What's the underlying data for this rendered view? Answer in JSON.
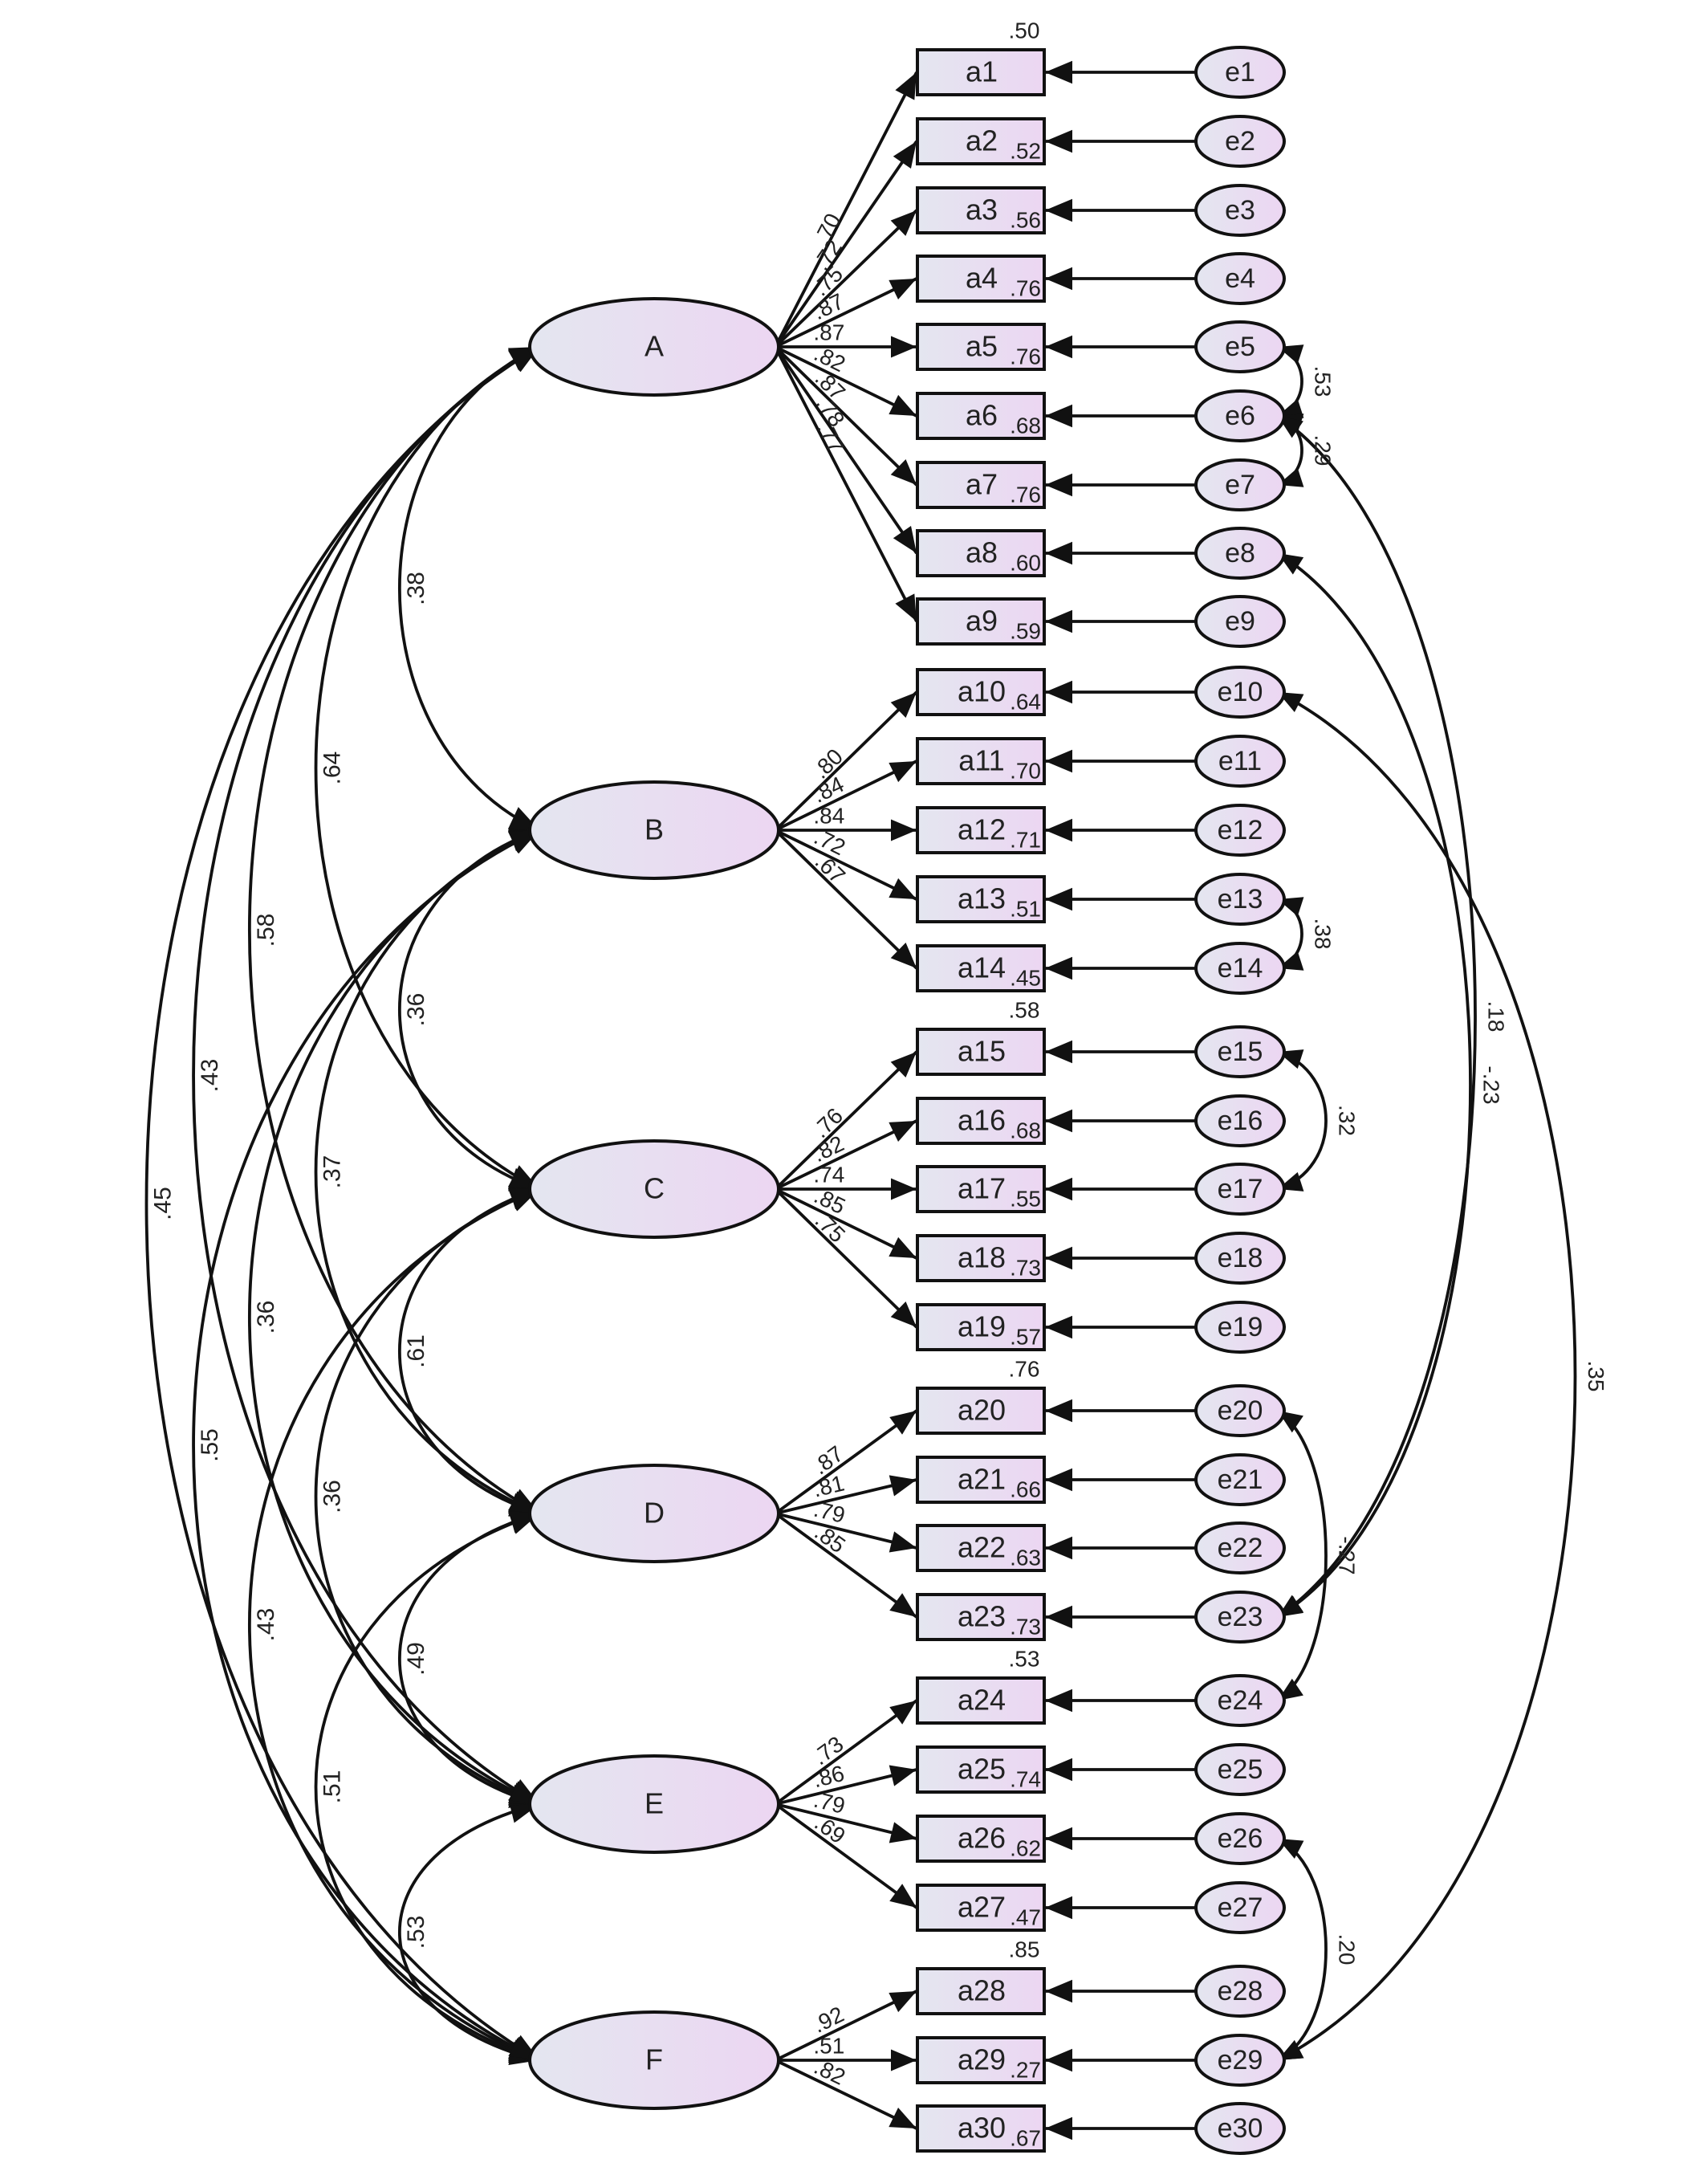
{
  "colors": {
    "node_fill_left": "#e4e6f0",
    "node_fill_right": "#ecd6f2",
    "stroke": "#111111",
    "text": "#222222"
  },
  "factors": [
    {
      "id": "A",
      "label": "A"
    },
    {
      "id": "B",
      "label": "B"
    },
    {
      "id": "C",
      "label": "C"
    },
    {
      "id": "D",
      "label": "D"
    },
    {
      "id": "E",
      "label": "E"
    },
    {
      "id": "F",
      "label": "F"
    }
  ],
  "items": [
    {
      "label": "a1",
      "factor": "A",
      "loading": ".70",
      "r2": ".50",
      "r2_above": true
    },
    {
      "label": "a2",
      "factor": "A",
      "loading": ".72",
      "r2": ".52"
    },
    {
      "label": "a3",
      "factor": "A",
      "loading": ".75",
      "r2": ".56"
    },
    {
      "label": "a4",
      "factor": "A",
      "loading": ".87",
      "r2": ".76"
    },
    {
      "label": "a5",
      "factor": "A",
      "loading": ".87",
      "r2": ".76"
    },
    {
      "label": "a6",
      "factor": "A",
      "loading": ".82",
      "r2": ".68"
    },
    {
      "label": "a7",
      "factor": "A",
      "loading": ".87",
      "r2": ".76"
    },
    {
      "label": "a8",
      "factor": "A",
      "loading": ".78",
      "r2": ".60"
    },
    {
      "label": "a9",
      "factor": "A",
      "loading": ".77",
      "r2": ".59"
    },
    {
      "label": "a10",
      "factor": "B",
      "loading": ".80",
      "r2": ".64"
    },
    {
      "label": "a11",
      "factor": "B",
      "loading": ".84",
      "r2": ".70"
    },
    {
      "label": "a12",
      "factor": "B",
      "loading": ".84",
      "r2": ".71"
    },
    {
      "label": "a13",
      "factor": "B",
      "loading": ".72",
      "r2": ".51"
    },
    {
      "label": "a14",
      "factor": "B",
      "loading": ".67",
      "r2": ".45"
    },
    {
      "label": "a15",
      "factor": "C",
      "loading": ".76",
      "r2": ".58",
      "r2_above": true
    },
    {
      "label": "a16",
      "factor": "C",
      "loading": ".82",
      "r2": ".68"
    },
    {
      "label": "a17",
      "factor": "C",
      "loading": ".74",
      "r2": ".55"
    },
    {
      "label": "a18",
      "factor": "C",
      "loading": ".85",
      "r2": ".73"
    },
    {
      "label": "a19",
      "factor": "C",
      "loading": ".75",
      "r2": ".57"
    },
    {
      "label": "a20",
      "factor": "D",
      "loading": ".87",
      "r2": ".76",
      "r2_above": true
    },
    {
      "label": "a21",
      "factor": "D",
      "loading": ".81",
      "r2": ".66"
    },
    {
      "label": "a22",
      "factor": "D",
      "loading": ".79",
      "r2": ".63"
    },
    {
      "label": "a23",
      "factor": "D",
      "loading": ".85",
      "r2": ".73"
    },
    {
      "label": "a24",
      "factor": "E",
      "loading": ".73",
      "r2": ".53",
      "r2_above": true
    },
    {
      "label": "a25",
      "factor": "E",
      "loading": ".86",
      "r2": ".74"
    },
    {
      "label": "a26",
      "factor": "E",
      "loading": ".79",
      "r2": ".62"
    },
    {
      "label": "a27",
      "factor": "E",
      "loading": ".69",
      "r2": ".47"
    },
    {
      "label": "a28",
      "factor": "F",
      "loading": ".92",
      "r2": ".85",
      "r2_above": true
    },
    {
      "label": "a29",
      "factor": "F",
      "loading": ".51",
      "r2": ".27"
    },
    {
      "label": "a30",
      "factor": "F",
      "loading": ".82",
      "r2": ".67"
    }
  ],
  "errors": [
    "e1",
    "e2",
    "e3",
    "e4",
    "e5",
    "e6",
    "e7",
    "e8",
    "e9",
    "e10",
    "e11",
    "e12",
    "e13",
    "e14",
    "e15",
    "e16",
    "e17",
    "e18",
    "e19",
    "e20",
    "e21",
    "e22",
    "e23",
    "e24",
    "e25",
    "e26",
    "e27",
    "e28",
    "e29",
    "e30"
  ],
  "factor_correlations": [
    {
      "from": "A",
      "to": "B",
      "value": ".38"
    },
    {
      "from": "B",
      "to": "C",
      "value": ".36"
    },
    {
      "from": "C",
      "to": "D",
      "value": ".61"
    },
    {
      "from": "D",
      "to": "E",
      "value": ".49"
    },
    {
      "from": "E",
      "to": "F",
      "value": ".53"
    },
    {
      "from": "A",
      "to": "C",
      "value": ".64"
    },
    {
      "from": "B",
      "to": "D",
      "value": ".37"
    },
    {
      "from": "C",
      "to": "E",
      "value": ".36"
    },
    {
      "from": "D",
      "to": "F",
      "value": ".51"
    },
    {
      "from": "A",
      "to": "D",
      "value": ".58"
    },
    {
      "from": "B",
      "to": "E",
      "value": ".36"
    },
    {
      "from": "C",
      "to": "F",
      "value": ".43"
    },
    {
      "from": "A",
      "to": "E",
      "value": ".43"
    },
    {
      "from": "B",
      "to": "F",
      "value": ".55"
    },
    {
      "from": "A",
      "to": "F",
      "value": ".45"
    }
  ],
  "error_covariances": [
    {
      "from": "e5",
      "to": "e6",
      "value": ".53"
    },
    {
      "from": "e6",
      "to": "e7",
      "value": ".29"
    },
    {
      "from": "e13",
      "to": "e14",
      "value": ".38"
    },
    {
      "from": "e15",
      "to": "e17",
      "value": ".32"
    },
    {
      "from": "e20",
      "to": "e24",
      "value": "-.27"
    },
    {
      "from": "e26",
      "to": "e29",
      "value": ".20"
    },
    {
      "from": "e6",
      "to": "e23",
      "value": ".18"
    },
    {
      "from": "e8",
      "to": "e23",
      "value": "-.23"
    },
    {
      "from": "e10",
      "to": "e29",
      "value": ".35"
    }
  ]
}
